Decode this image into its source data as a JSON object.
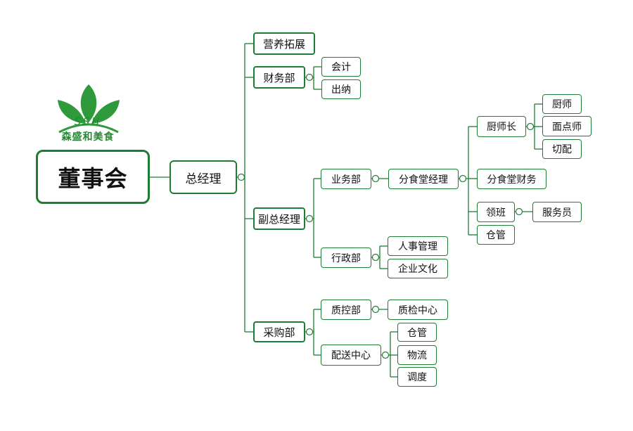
{
  "colors": {
    "accent": "#1e7d32",
    "logo_green": "#2e9a3c"
  },
  "logo": {
    "mark": "SSH",
    "name": "森盛和美食"
  },
  "nodes": {
    "root": "董事会",
    "gm": "总经理",
    "yingyang": "营养拓展",
    "caiwu": "财务部",
    "kuaiji": "会计",
    "chuna": "出纳",
    "fuzong": "副总经理",
    "yewu": "业务部",
    "fenjingli": "分食堂经理",
    "chushizhang": "厨师长",
    "chushi": "厨师",
    "miandian": "面点师",
    "qiepei": "切配",
    "fencaiwu": "分食堂财务",
    "lingban": "领班",
    "fuwuyuan": "服务员",
    "cangguan1": "仓管",
    "xingzheng": "行政部",
    "renshi": "人事管理",
    "wenhua": "企业文化",
    "caigou": "采购部",
    "zhikong": "质控部",
    "zhijian": "质检中心",
    "peisong": "配送中心",
    "cangguan2": "仓管",
    "wuliu": "物流",
    "tiaodu": "调度"
  }
}
